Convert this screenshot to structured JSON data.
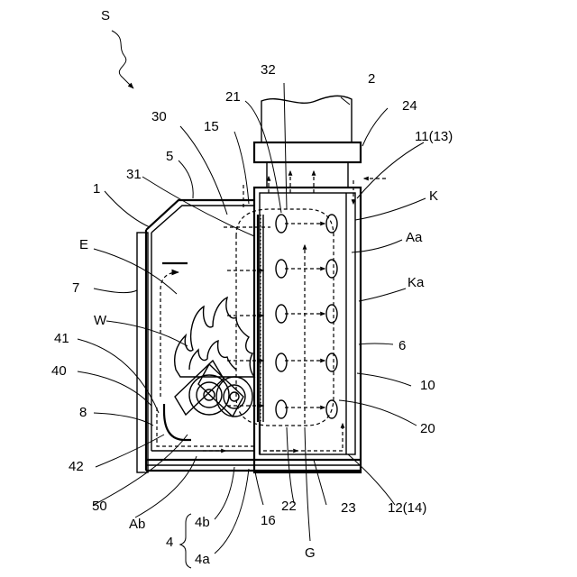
{
  "labels": {
    "S": "S",
    "n2": "2",
    "n32": "32",
    "n21": "21",
    "n24": "24",
    "n30": "30",
    "n15": "15",
    "n11_13": "11(13)",
    "n5": "5",
    "n31": "31",
    "n1": "1",
    "K": "K",
    "E": "E",
    "Aa": "Aa",
    "n7": "7",
    "Ka": "Ka",
    "W": "W",
    "n6": "6",
    "n41": "41",
    "n40": "40",
    "n10": "10",
    "n8": "8",
    "n20": "20",
    "n42": "42",
    "n50": "50",
    "n22": "22",
    "n23": "23",
    "n12_14": "12(14)",
    "Ab": "Ab",
    "n4b": "4b",
    "n16": "16",
    "n4": "4",
    "n4a": "4a",
    "G": "G"
  }
}
